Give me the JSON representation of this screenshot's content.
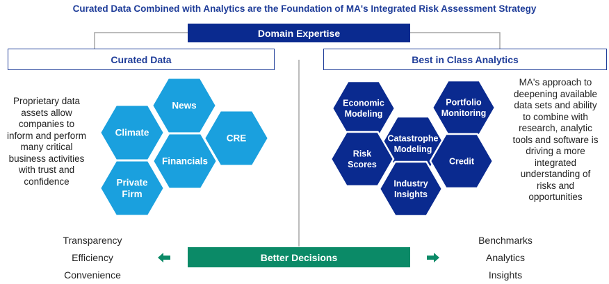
{
  "title": "Curated Data Combined with Analytics are the Foundation of MA's Integrated Risk Assessment Strategy",
  "domain_expertise": "Domain Expertise",
  "left_panel": {
    "header": "Curated Data",
    "description": "Proprietary data assets allow companies to inform and perform many critical business activities with trust and confidence",
    "hexagons": [
      {
        "lines": [
          "News"
        ]
      },
      {
        "lines": [
          "Climate"
        ]
      },
      {
        "lines": [
          "CRE"
        ]
      },
      {
        "lines": [
          "Financials"
        ]
      },
      {
        "lines": [
          "Private",
          "Firm"
        ]
      }
    ]
  },
  "right_panel": {
    "header": "Best in Class Analytics",
    "description": "MA's approach to deepening available data sets and ability to combine with research, analytic tools and software is driving a more integrated understanding of risks and opportunities",
    "hexagons": [
      {
        "lines": [
          "Economic",
          "Modeling"
        ]
      },
      {
        "lines": [
          "Portfolio",
          "Monitoring"
        ]
      },
      {
        "lines": [
          "Catastrophe",
          "Modeling"
        ]
      },
      {
        "lines": [
          "Risk",
          "Scores"
        ]
      },
      {
        "lines": [
          "Credit"
        ]
      },
      {
        "lines": [
          "Industry",
          "Insights"
        ]
      }
    ]
  },
  "better_decisions": "Better Decisions",
  "left_list": [
    "Transparency",
    "Efficiency",
    "Convenience"
  ],
  "right_list": [
    "Benchmarks",
    "Analytics",
    "Insights"
  ],
  "arrow_left_icon": "arrow-left-icon",
  "arrow_right_icon": "arrow-right-icon",
  "colors": {
    "navy": "#0a2a8f",
    "title_blue": "#1f3d99",
    "light_blue": "#1aa0de",
    "green": "#0b8a67",
    "connector_gray": "#a6a6a6"
  }
}
